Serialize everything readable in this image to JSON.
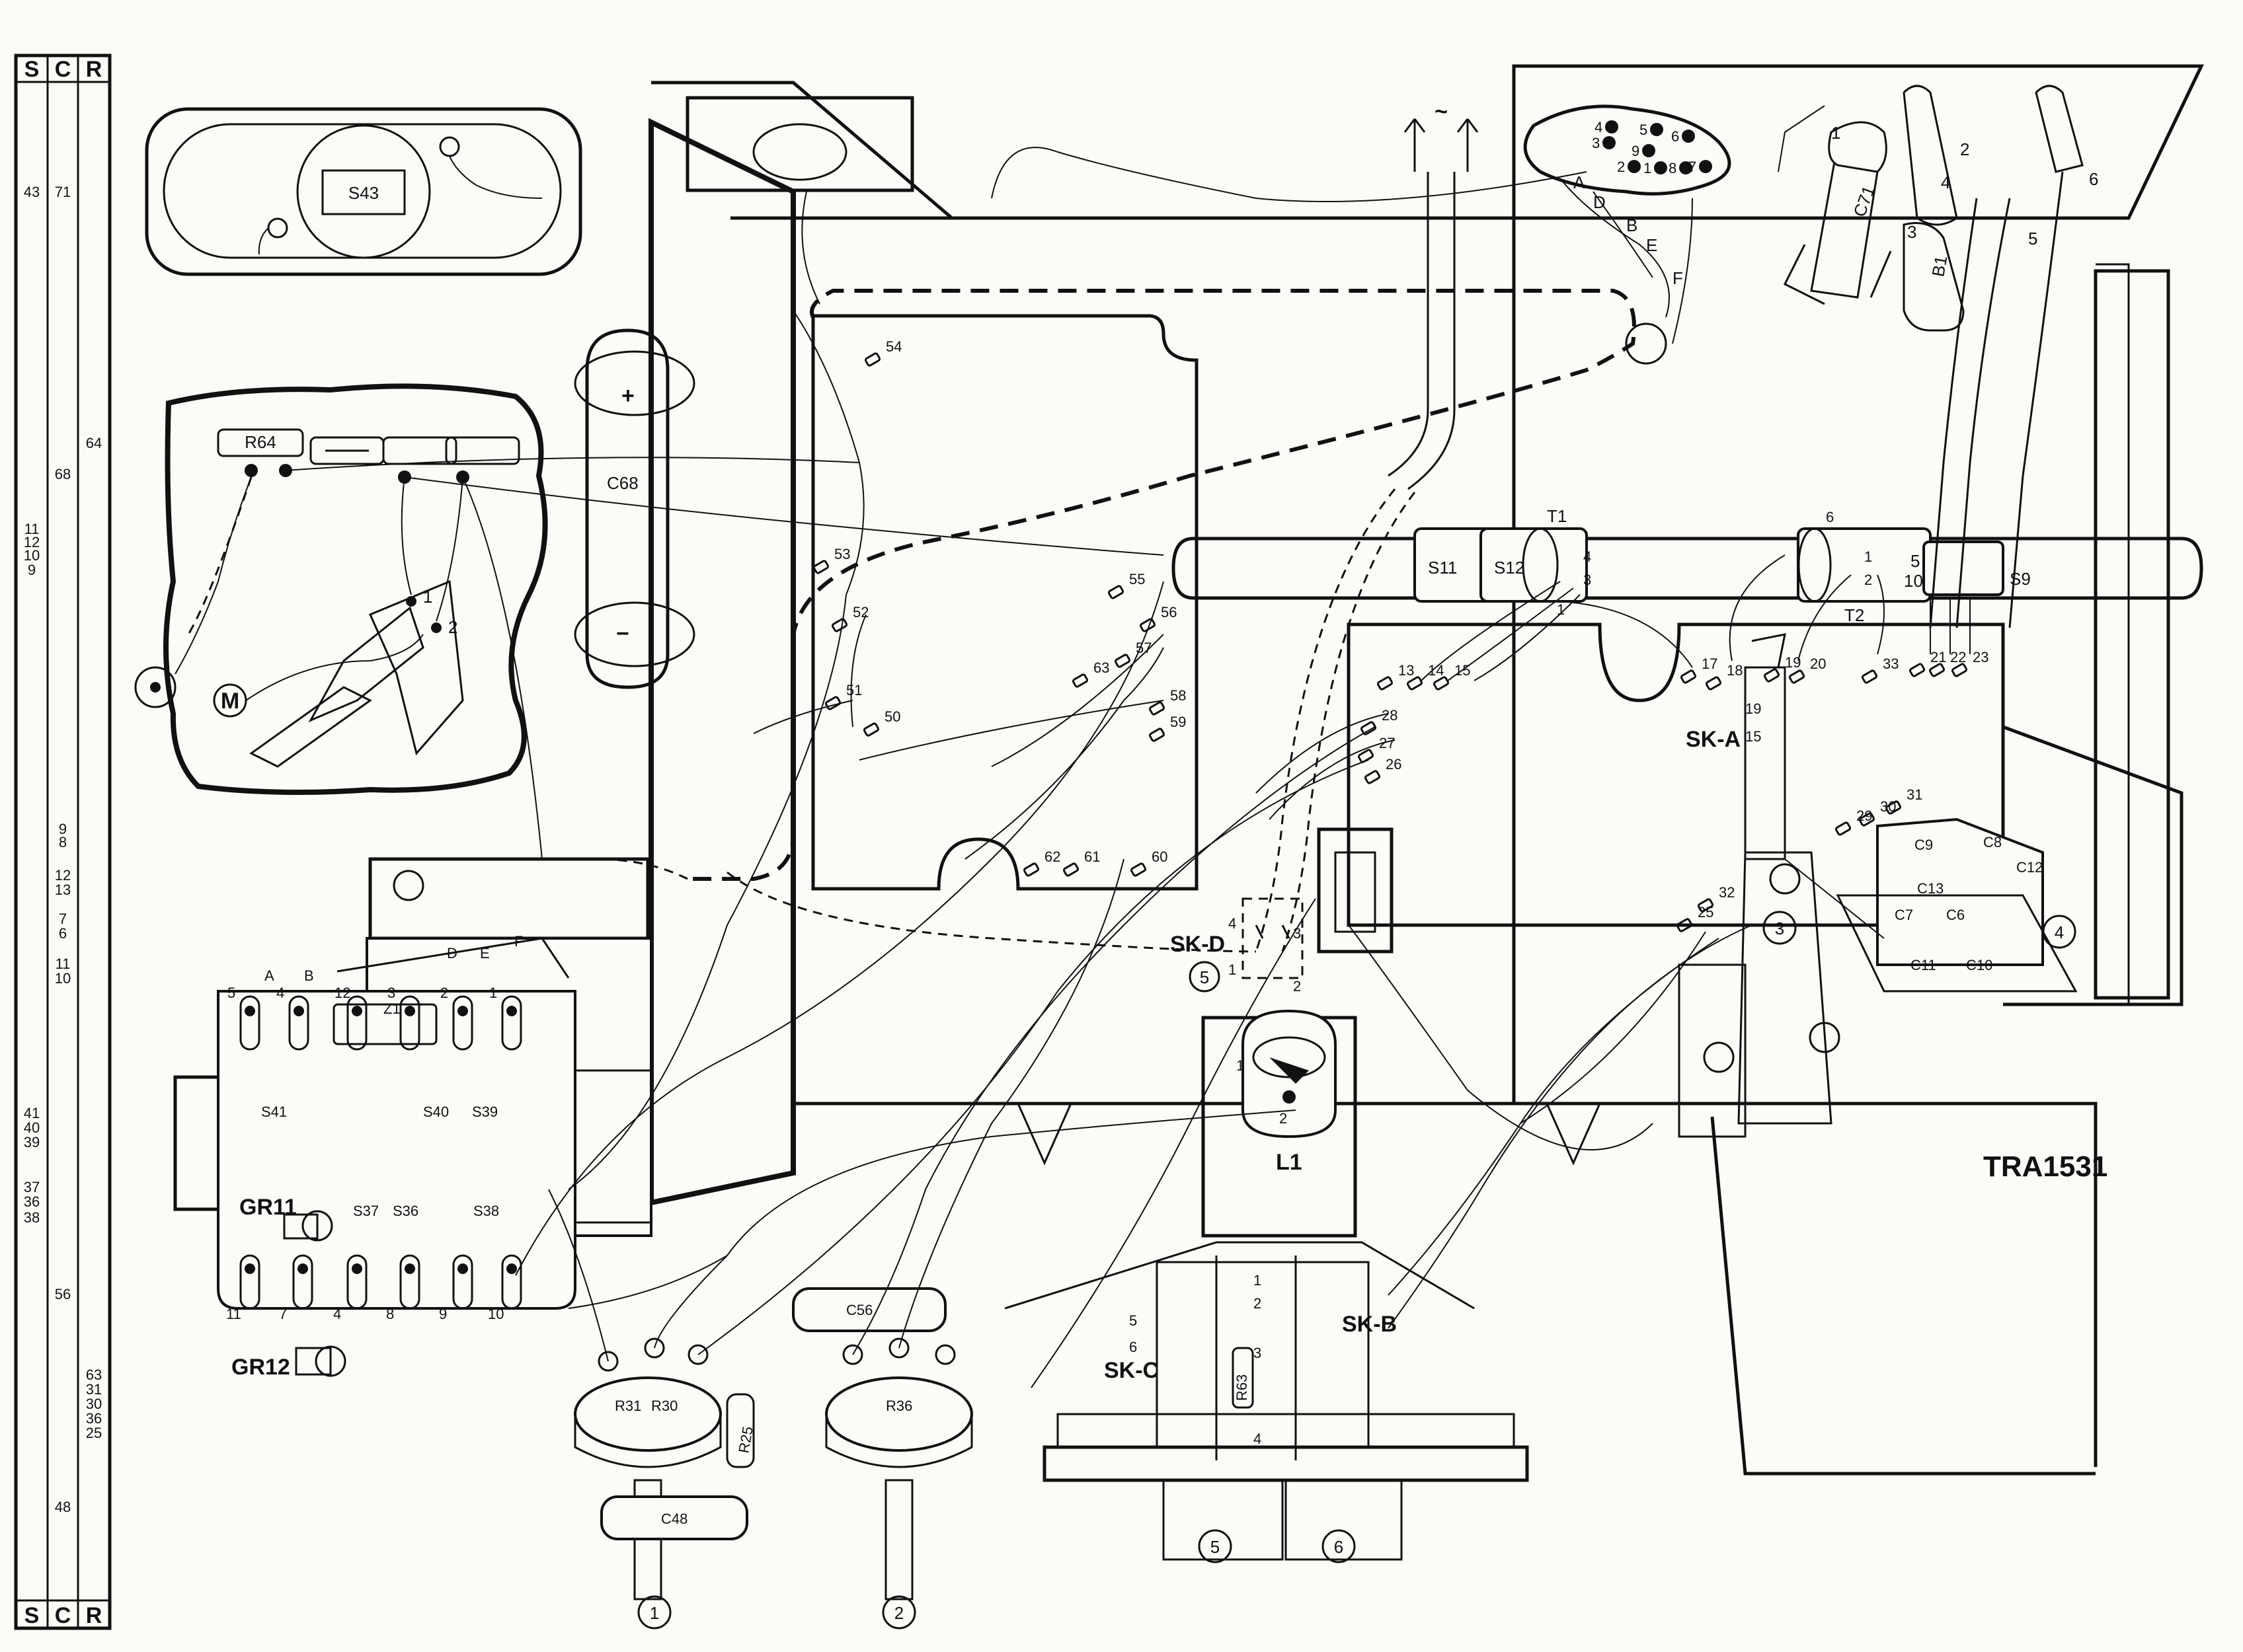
{
  "scr_ruler": {
    "header": [
      "S",
      "C",
      "R"
    ],
    "footer": [
      "S",
      "C",
      "R"
    ],
    "entries": [
      {
        "s": "43",
        "c": "71",
        "r": ""
      },
      {
        "s": "",
        "c": "",
        "r": "64"
      },
      {
        "s": "",
        "c": "68",
        "r": ""
      },
      {
        "s": "11",
        "c": "",
        "r": ""
      },
      {
        "s": "12",
        "c": "",
        "r": ""
      },
      {
        "s": "10",
        "c": "",
        "r": ""
      },
      {
        "s": "9",
        "c": "",
        "r": ""
      },
      {
        "s": "",
        "c": "9",
        "r": ""
      },
      {
        "s": "",
        "c": "8",
        "r": ""
      },
      {
        "s": "",
        "c": "12",
        "r": ""
      },
      {
        "s": "",
        "c": "13",
        "r": ""
      },
      {
        "s": "",
        "c": "7",
        "r": ""
      },
      {
        "s": "",
        "c": "6",
        "r": ""
      },
      {
        "s": "",
        "c": "11",
        "r": ""
      },
      {
        "s": "",
        "c": "10",
        "r": ""
      },
      {
        "s": "41",
        "c": "",
        "r": ""
      },
      {
        "s": "40",
        "c": "",
        "r": ""
      },
      {
        "s": "39",
        "c": "",
        "r": ""
      },
      {
        "s": "37",
        "c": "",
        "r": ""
      },
      {
        "s": "36",
        "c": "",
        "r": ""
      },
      {
        "s": "38",
        "c": "",
        "r": ""
      },
      {
        "s": "",
        "c": "56",
        "r": ""
      },
      {
        "s": "",
        "c": "",
        "r": "63"
      },
      {
        "s": "",
        "c": "",
        "r": "31"
      },
      {
        "s": "",
        "c": "",
        "r": "30"
      },
      {
        "s": "",
        "c": "",
        "r": "36"
      },
      {
        "s": "",
        "c": "",
        "r": "25"
      },
      {
        "s": "",
        "c": "48",
        "r": ""
      }
    ]
  },
  "diagram": {
    "drawing_number": "TRA1531",
    "components": {
      "s43": "S43",
      "r64": "R64",
      "c68": "C68",
      "c68_plus": "+",
      "c68_minus": "−",
      "motor": "M",
      "c71": "C71",
      "b1": "B1",
      "t1": "T1",
      "t2": "T2",
      "s11": "S11",
      "s12": "S12",
      "s9": "S9",
      "s10": "10",
      "s5": "5",
      "sk_a": "SK-A",
      "sk_b": "SK-B",
      "sk_c": "SK-C",
      "sk_d": "SK-D",
      "l1": "L1",
      "gr11": "GR11",
      "gr12": "GR12",
      "z1": "Z1",
      "s41": "S41",
      "s40": "S40",
      "s39": "S39",
      "s37": "S37",
      "s36": "S36",
      "s38": "S38",
      "c56": "C56",
      "c48": "C48",
      "r31": "R31",
      "r30": "R30",
      "r25": "R25",
      "r36": "R36",
      "r63": "R63",
      "c8": "C8",
      "c9": "C9",
      "c12": "C12",
      "c13": "C13",
      "c7": "C7",
      "c6": "C6",
      "c11": "C11",
      "c10": "C10",
      "mains": "~"
    },
    "callouts": [
      "1",
      "2",
      "3",
      "4",
      "5",
      "6"
    ],
    "terminals": {
      "t13": "13",
      "t14": "14",
      "t15": "15",
      "t17": "17",
      "t18": "18",
      "t19": "19",
      "t20": "20",
      "t21": "21",
      "t22": "22",
      "t23": "23",
      "t33": "33",
      "t26": "26",
      "t27": "27",
      "t28": "28",
      "t29": "29",
      "t30": "30",
      "t31": "31",
      "t25": "25",
      "t32": "32",
      "t50": "50",
      "t51": "51",
      "t52": "52",
      "t53": "53",
      "t54": "54",
      "t55": "55",
      "t56": "56",
      "t57": "57",
      "t58": "58",
      "t59": "59",
      "t60": "60",
      "t61": "61",
      "t62": "62",
      "t63": "63",
      "ska19": "19",
      "ska15": "15",
      "t1_1": "1",
      "t1_3": "3",
      "t1_4": "4",
      "t2_6": "6",
      "t2_1": "1",
      "t2_2": "2",
      "s5_a": "5"
    },
    "valve_socket_pins": [
      "1",
      "2",
      "3",
      "4",
      "5",
      "6",
      "7",
      "8",
      "9"
    ],
    "cable_letters_top": [
      "A",
      "D",
      "B",
      "E",
      "F"
    ],
    "cable_letters_coil": [
      "A",
      "B",
      "D",
      "E",
      "F"
    ],
    "coil_pins_top": [
      "5",
      "4",
      "12",
      "3",
      "2",
      "1"
    ],
    "coil_pins_bottom": [
      "11",
      "7",
      "4",
      "8",
      "9",
      "10"
    ],
    "sk_d_pins": [
      "4",
      "1",
      "3",
      "2"
    ],
    "sk_bc_pins": [
      "1",
      "2",
      "3",
      "4",
      "5",
      "6"
    ],
    "pot_pins": [
      "1",
      "2"
    ],
    "misc_pins": [
      "1",
      "2",
      "3",
      "4",
      "5",
      "6"
    ]
  }
}
